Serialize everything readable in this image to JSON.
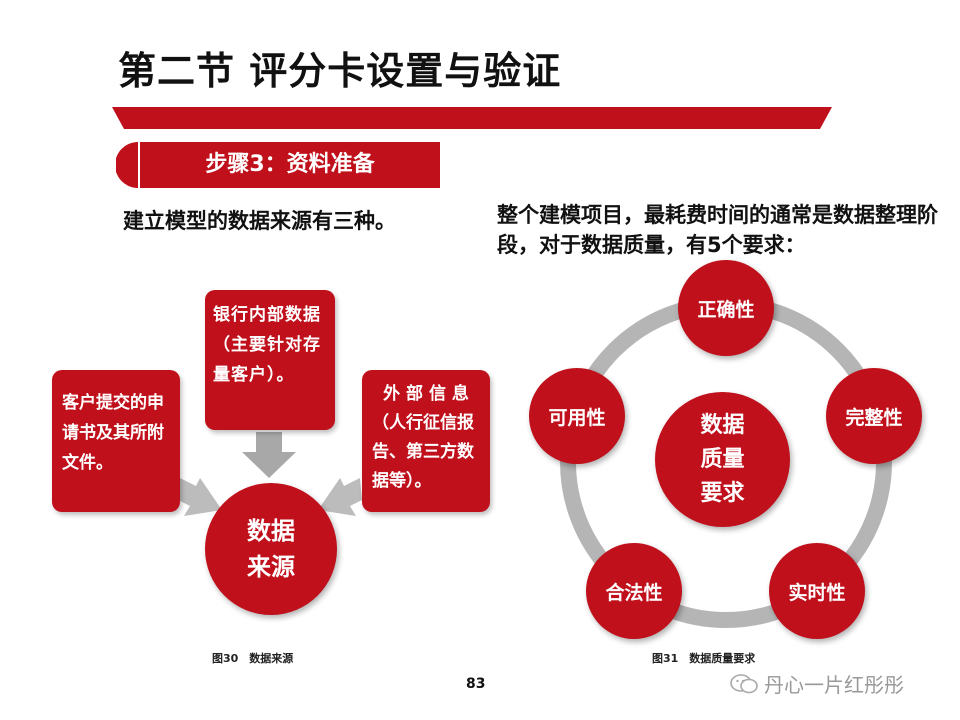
{
  "slide": {
    "title": "第二节 评分卡设置与验证",
    "step": "步骤3：资料准备",
    "intro_left": "建立模型的数据来源有三种。",
    "intro_right": "整个建模项目，最耗费时间的通常是数据整理阶段，对于数据质量，有5个要求：",
    "page_number": "83"
  },
  "source_diagram": {
    "center": [
      "数据",
      "来源"
    ],
    "bank_internal": "银行内部数据（主要针对存量客户）。",
    "customer": "客户提交的申请书及其所附文件。",
    "external": [
      "外 部 信 息",
      "（人行征信报告、第三方数据等）。"
    ],
    "caption": "图30　数据来源"
  },
  "quality_diagram": {
    "center": [
      "数据",
      "质量",
      "要求"
    ],
    "items": [
      "正确性",
      "完整性",
      "实时性",
      "合法性",
      "可用性"
    ],
    "caption": "图31　数据质量要求"
  },
  "watermark": {
    "text": "丹心一片红彤彤"
  },
  "colors": {
    "accent": "#c0101b",
    "ring": "#b5b5b5",
    "arrow": "#a8a8a8"
  }
}
